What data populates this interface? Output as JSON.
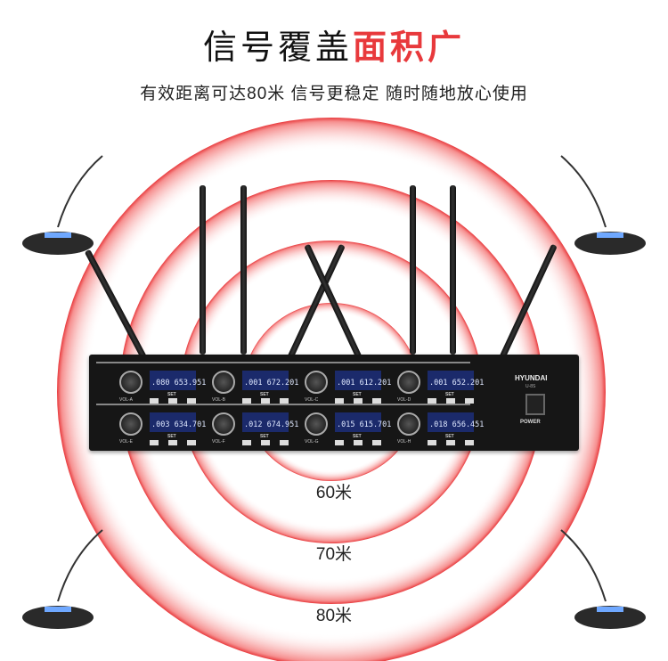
{
  "headline": {
    "black": "信号覆盖",
    "red": "面积广"
  },
  "subtitle": "有效距离可达80米 信号更稳定 随时随地放心使用",
  "distances": [
    "60米",
    "70米",
    "80米"
  ],
  "receiver": {
    "brand": "HYUNDAI",
    "model": "U-8S",
    "power_label": "POWER",
    "set_label": "SET",
    "channels": [
      {
        "vol": "VOL-A",
        "display": ".080 653.951"
      },
      {
        "vol": "VOL-B",
        "display": ".001 672.201"
      },
      {
        "vol": "VOL-C",
        "display": ".001 612.201"
      },
      {
        "vol": "VOL-D",
        "display": ".001 652.201"
      },
      {
        "vol": "VOL-E",
        "display": ".003 634.701"
      },
      {
        "vol": "VOL-F",
        "display": ".012 674.951"
      },
      {
        "vol": "VOL-G",
        "display": ".015 615.701"
      },
      {
        "vol": "VOL-H",
        "display": ".018 656.451"
      }
    ]
  },
  "colors": {
    "accent": "#e8393c",
    "lcd": "#1b2a6b"
  }
}
